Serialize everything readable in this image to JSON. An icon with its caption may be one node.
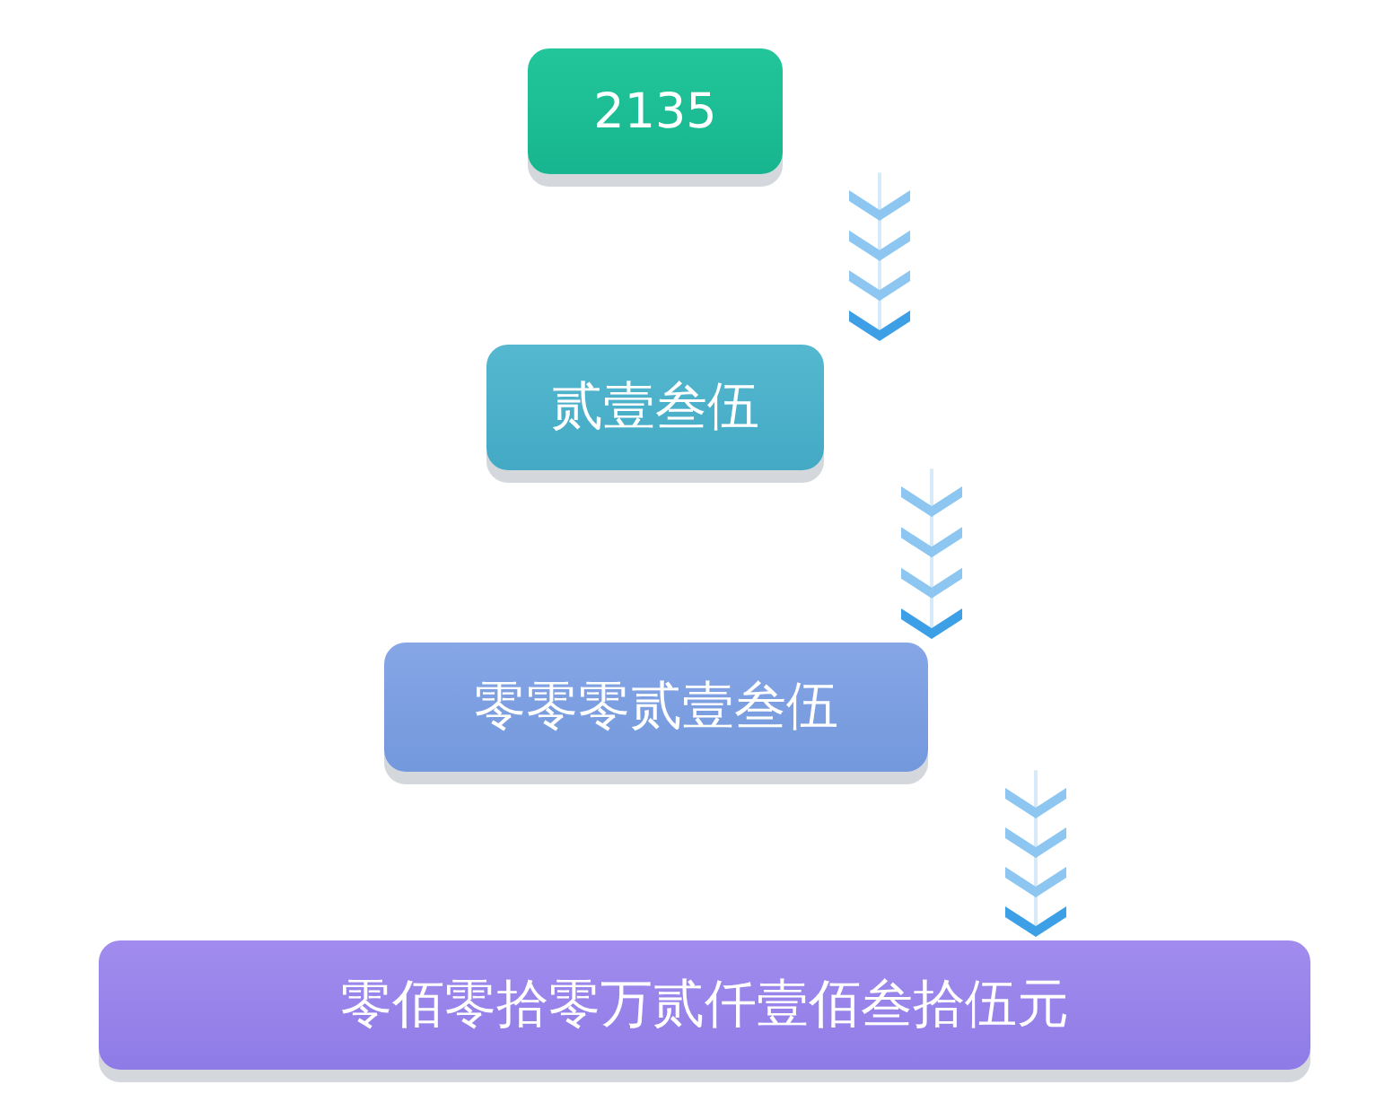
{
  "diagram": {
    "nodes": [
      {
        "text": [
          "2135"
        ]
      },
      {
        "text": [
          "贰壹叁伍"
        ]
      },
      {
        "text": [
          "零零零贰壹叁伍"
        ]
      },
      {
        "text": [
          "零佰零拾零万贰仟壹佰叁拾伍元"
        ]
      }
    ],
    "edges": [
      {
        "from": 0,
        "to": 1,
        "arrow": "to"
      },
      {
        "from": 1,
        "to": 2,
        "arrow": "to"
      },
      {
        "from": 2,
        "to": 3,
        "arrow": "to"
      }
    ]
  }
}
